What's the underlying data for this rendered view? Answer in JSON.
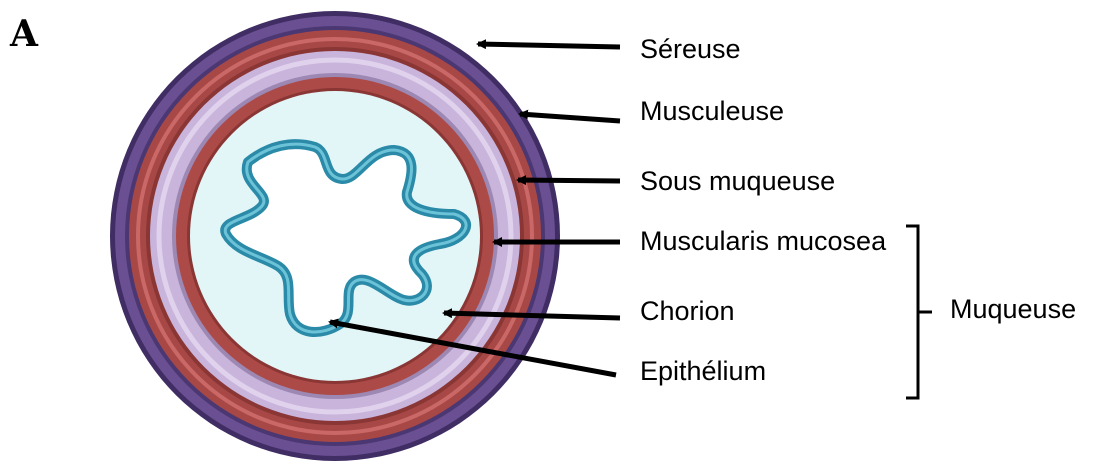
{
  "panel_letter": "A",
  "layers": [
    {
      "id": "sereuse",
      "label": "Séreuse",
      "color": "#6a4f93"
    },
    {
      "id": "musculeuse",
      "label": "Musculeuse",
      "color": "#a84846"
    },
    {
      "id": "sous-muqueuse",
      "label": "Sous muqueuse",
      "color": "#c9b4dc"
    },
    {
      "id": "muscularis-mucosea",
      "label": "Muscularis mucosea",
      "color": "#ac4a48"
    },
    {
      "id": "chorion",
      "label": "Chorion",
      "color": "#e2f5f7"
    },
    {
      "id": "epithelium",
      "label": "Epithélium",
      "color": "#3d9cb5"
    }
  ],
  "group": {
    "label": "Muqueuse"
  },
  "colors": {
    "arrow": "#000000",
    "outer_dark": "#3f2d63",
    "lumen": "#ffffff"
  }
}
